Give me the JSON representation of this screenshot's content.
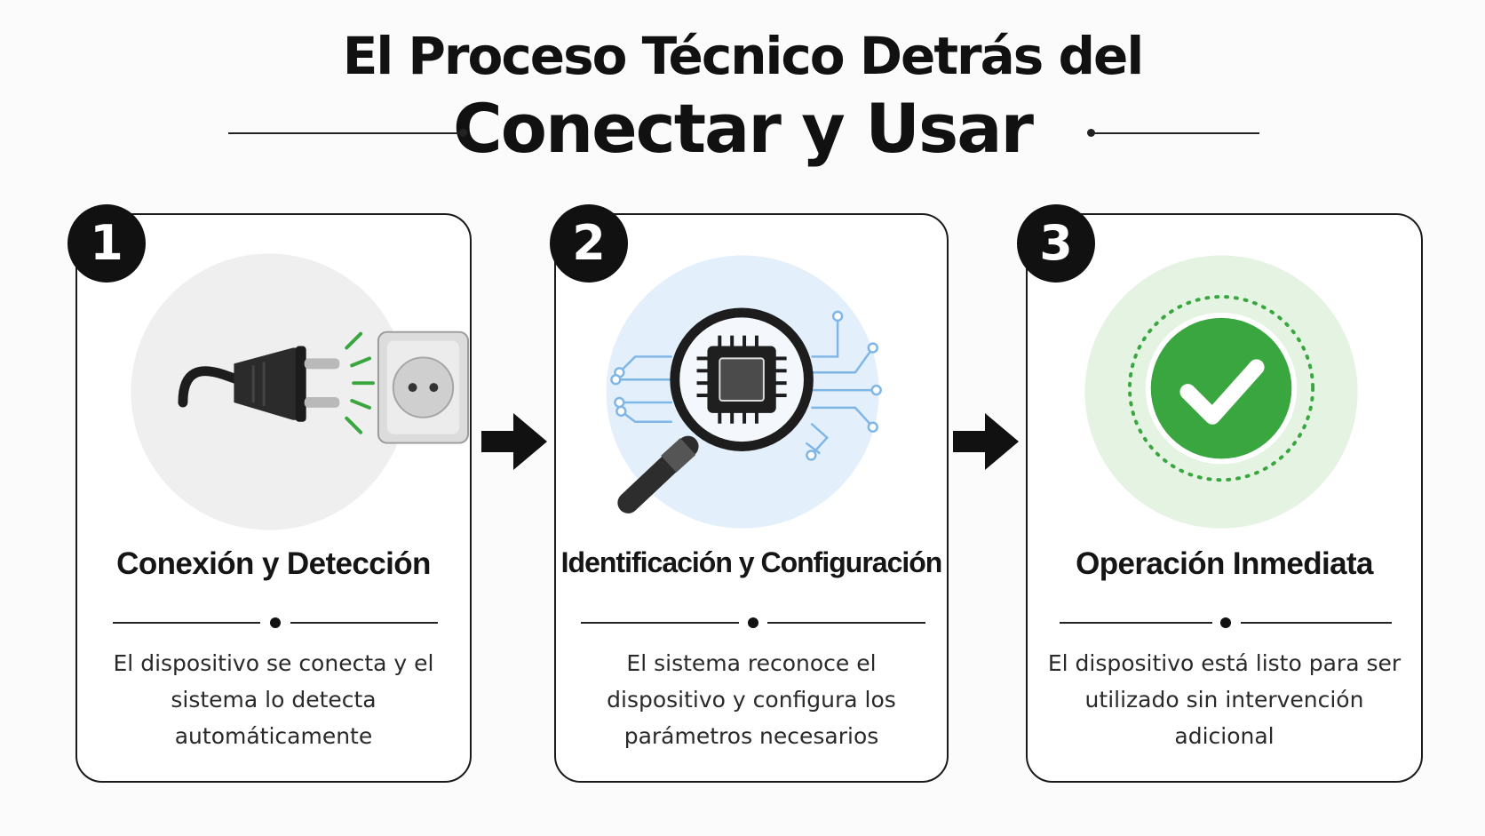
{
  "header": {
    "title_line1": "El Proceso Técnico Detrás del",
    "title_line2": "Conectar y Usar"
  },
  "steps": [
    {
      "number": "1",
      "icon": "plug-socket-icon",
      "title": "Conexión y Detección",
      "description": "El dispositivo se conecta y el sistema lo detecta automáticamente"
    },
    {
      "number": "2",
      "icon": "magnifier-chip-icon",
      "title": "Identificación y Configuración",
      "description": "El sistema reconoce el dispositivo y configura los parámetros necesarios"
    },
    {
      "number": "3",
      "icon": "checkmark-circle-icon",
      "title": "Operación Inmediata",
      "description": "El dispositivo está listo para ser utilizado sin intervención adicional"
    }
  ],
  "colors": {
    "ink": "#111111",
    "accent_green": "#3aa63f",
    "accent_blue": "#7fb6e6",
    "halo_gray": "#eeeeee",
    "halo_blue": "#e3f0fb",
    "halo_green": "#e5f3e3"
  }
}
